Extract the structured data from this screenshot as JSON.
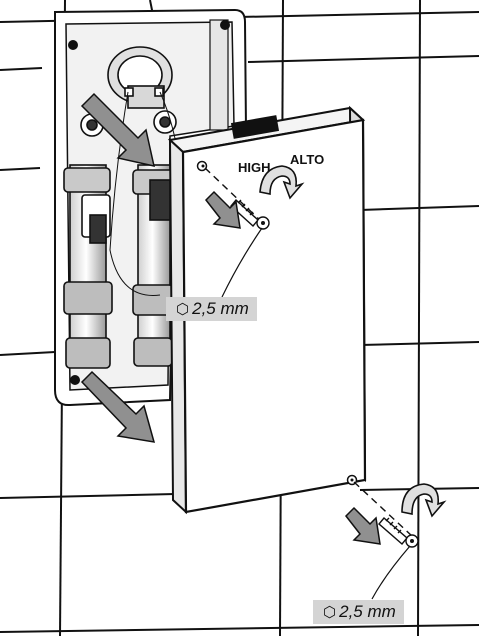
{
  "labels": {
    "high": "HIGH",
    "alto": "ALTO"
  },
  "callouts": {
    "top_size": "2,5 mm",
    "bottom_size": "2,5 mm"
  },
  "icons": {
    "hex_key": "hex-key-icon",
    "rotate": "rotate-arrow-icon",
    "screw": "screw-icon",
    "direction_arrow": "removal-arrow-icon"
  },
  "colors": {
    "line": "#111111",
    "arrow_fill": "#909090",
    "callout_bg": "#d4d4d4"
  }
}
